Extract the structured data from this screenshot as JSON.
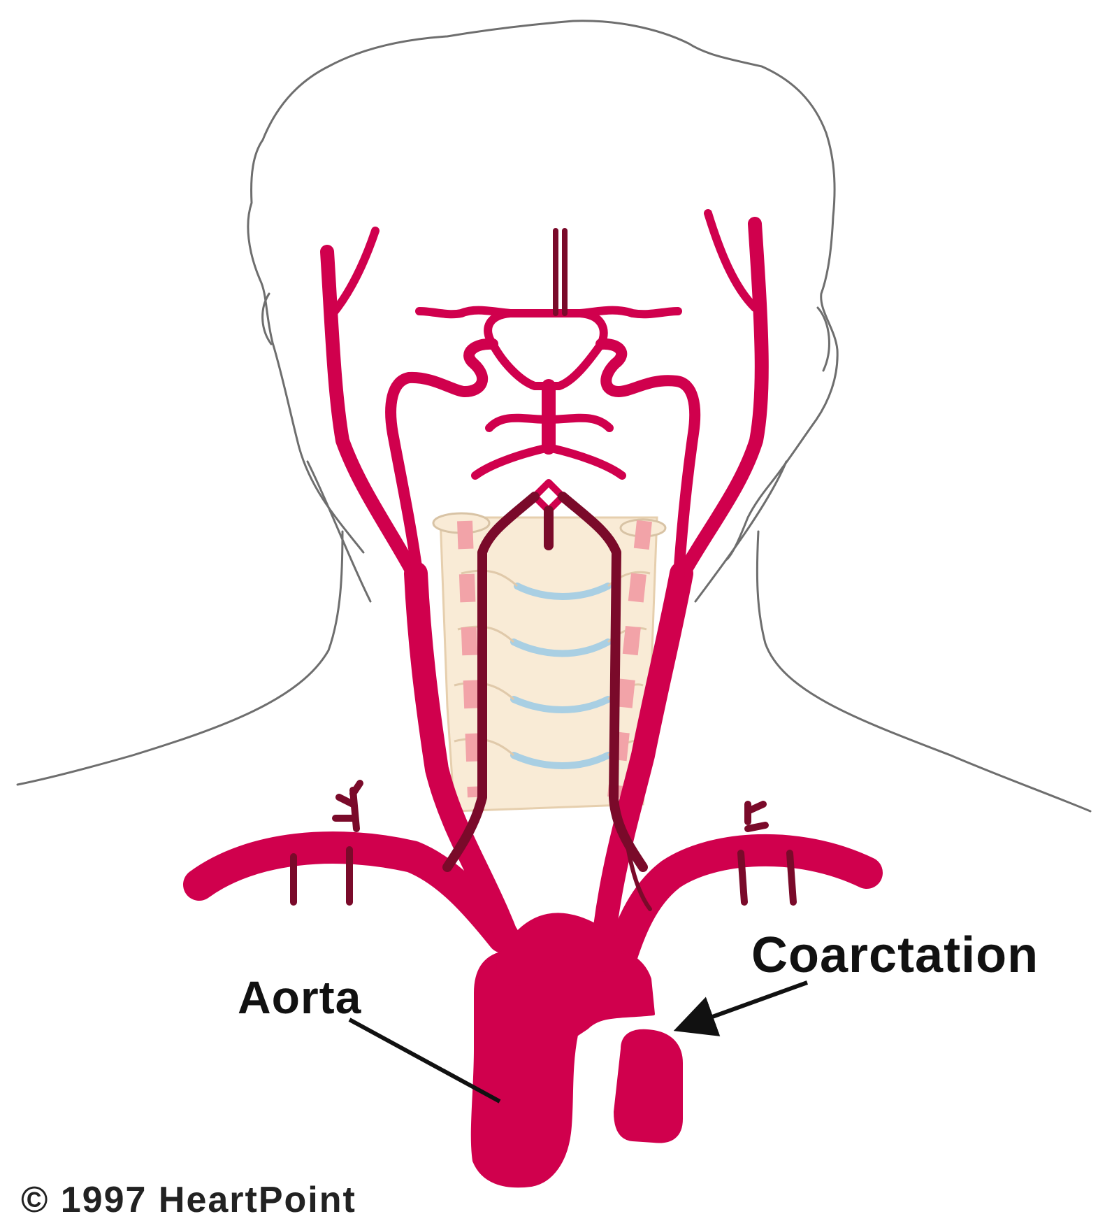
{
  "labels": {
    "aorta": "Aorta",
    "coarctation": "Coarctation"
  },
  "copyright": "© 1997 HeartPoint",
  "colors": {
    "artery": "#d0004d",
    "artery_dark": "#7a0a2a",
    "outline": "#6e6e6e",
    "vertebra": "#f9ebd6",
    "disc": "#a9cfe3",
    "vertebral_dots": "#f2a3a8",
    "leader_line": "#111111"
  },
  "icons": {
    "coarctation_pointer": "arrow-icon"
  }
}
